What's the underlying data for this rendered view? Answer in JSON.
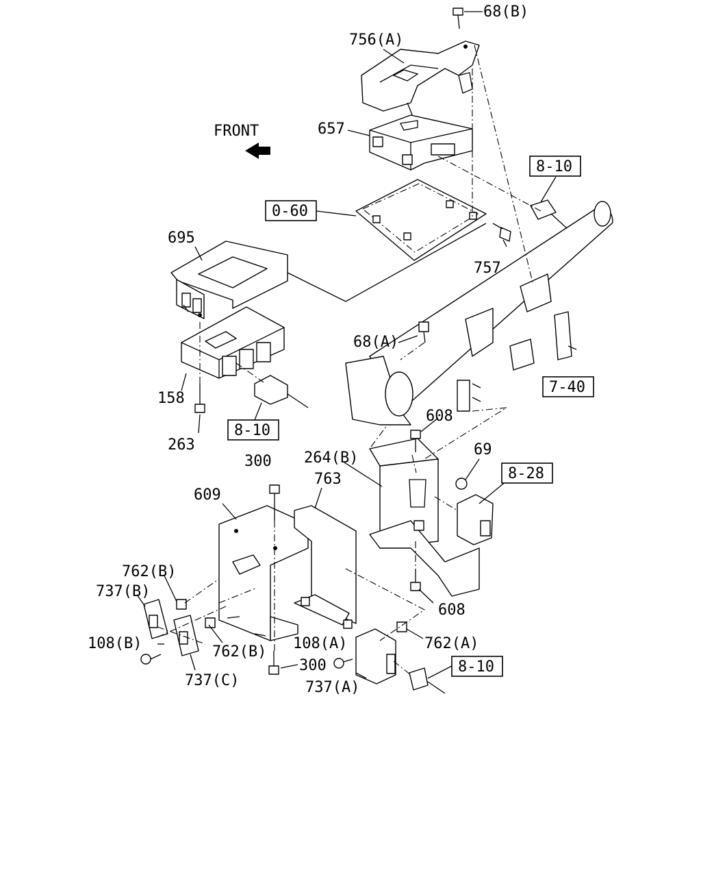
{
  "front_label": "FRONT",
  "labels": {
    "l68b": "68(B)",
    "l756a": "756(A)",
    "l657": "657",
    "l695": "695",
    "l757": "757",
    "l68a": "68(A)",
    "l158": "158",
    "l263": "263",
    "l608_top": "608",
    "l69": "69",
    "l264b": "264(B)",
    "l300_top": "300",
    "l763": "763",
    "l609": "609",
    "l762b_top": "762(B)",
    "l737b": "737(B)",
    "l108b": "108(B)",
    "l762b_bot": "762(B)",
    "l737c": "737(C)",
    "l300_bot": "300",
    "l108a": "108(A)",
    "l737a": "737(A)",
    "l762a": "762(A)",
    "l608_bot": "608"
  },
  "refs": {
    "r810_top": "8-10",
    "r060": "0-60",
    "r740": "7-40",
    "r810_left": "8-10",
    "r828": "8-28",
    "r810_bot": "8-10"
  }
}
